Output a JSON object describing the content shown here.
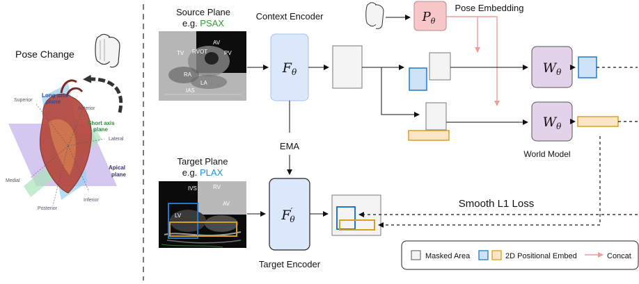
{
  "left": {
    "title": "Pose Change",
    "heart_labels": {
      "superior": "Superior",
      "anterior": "Anterior",
      "lateral": "Lateral",
      "medial": "Medial",
      "posterior": "Posterior",
      "inferior": "Inferior",
      "long_axis_1": "Long axis",
      "long_axis_2": "plane",
      "short_axis_1": "Short axis",
      "short_axis_2": "plane",
      "apical_1": "Apical",
      "apical_2": "plane"
    }
  },
  "source": {
    "title": "Source Plane",
    "eg_prefix": "e.g. ",
    "eg_value": "PSAX",
    "eg_color": "#2ca02c",
    "anatomy": [
      "TV",
      "RVOT",
      "AV",
      "PV",
      "RA",
      "LA",
      "IAS"
    ]
  },
  "target": {
    "title": "Target Plane",
    "eg_prefix": "e.g. ",
    "eg_value": "PLAX",
    "eg_color": "#1f8fe0",
    "anatomy": [
      "IVS",
      "RV",
      "AV",
      "LV"
    ]
  },
  "context_encoder": {
    "label": "Context Encoder",
    "symbol": "F",
    "sub": "θ"
  },
  "target_encoder": {
    "label": "Target Encoder",
    "symbol": "F",
    "sup": "′",
    "sub": "θ"
  },
  "ema_label": "EMA",
  "pose_embedding": {
    "label": "Pose Embedding",
    "symbol": "P",
    "sub": "θ"
  },
  "world_model": {
    "label": "World Model",
    "symbol": "W",
    "sub": "θ"
  },
  "loss_label": "Smooth L1 Loss",
  "legend": {
    "masked_area": "Masked Area",
    "pos_embed": "2D Positional Embed",
    "concat": "Concat"
  },
  "colors": {
    "blue_box": "#1e78d0",
    "orange_box": "#d8a020",
    "orange_fill": "#fde6c8",
    "encoder_fill": "#dbe8fb",
    "pose_fill": "#f7c7c7",
    "world_fill": "#e3d3ea",
    "concat_arrow": "#f29a9a"
  }
}
